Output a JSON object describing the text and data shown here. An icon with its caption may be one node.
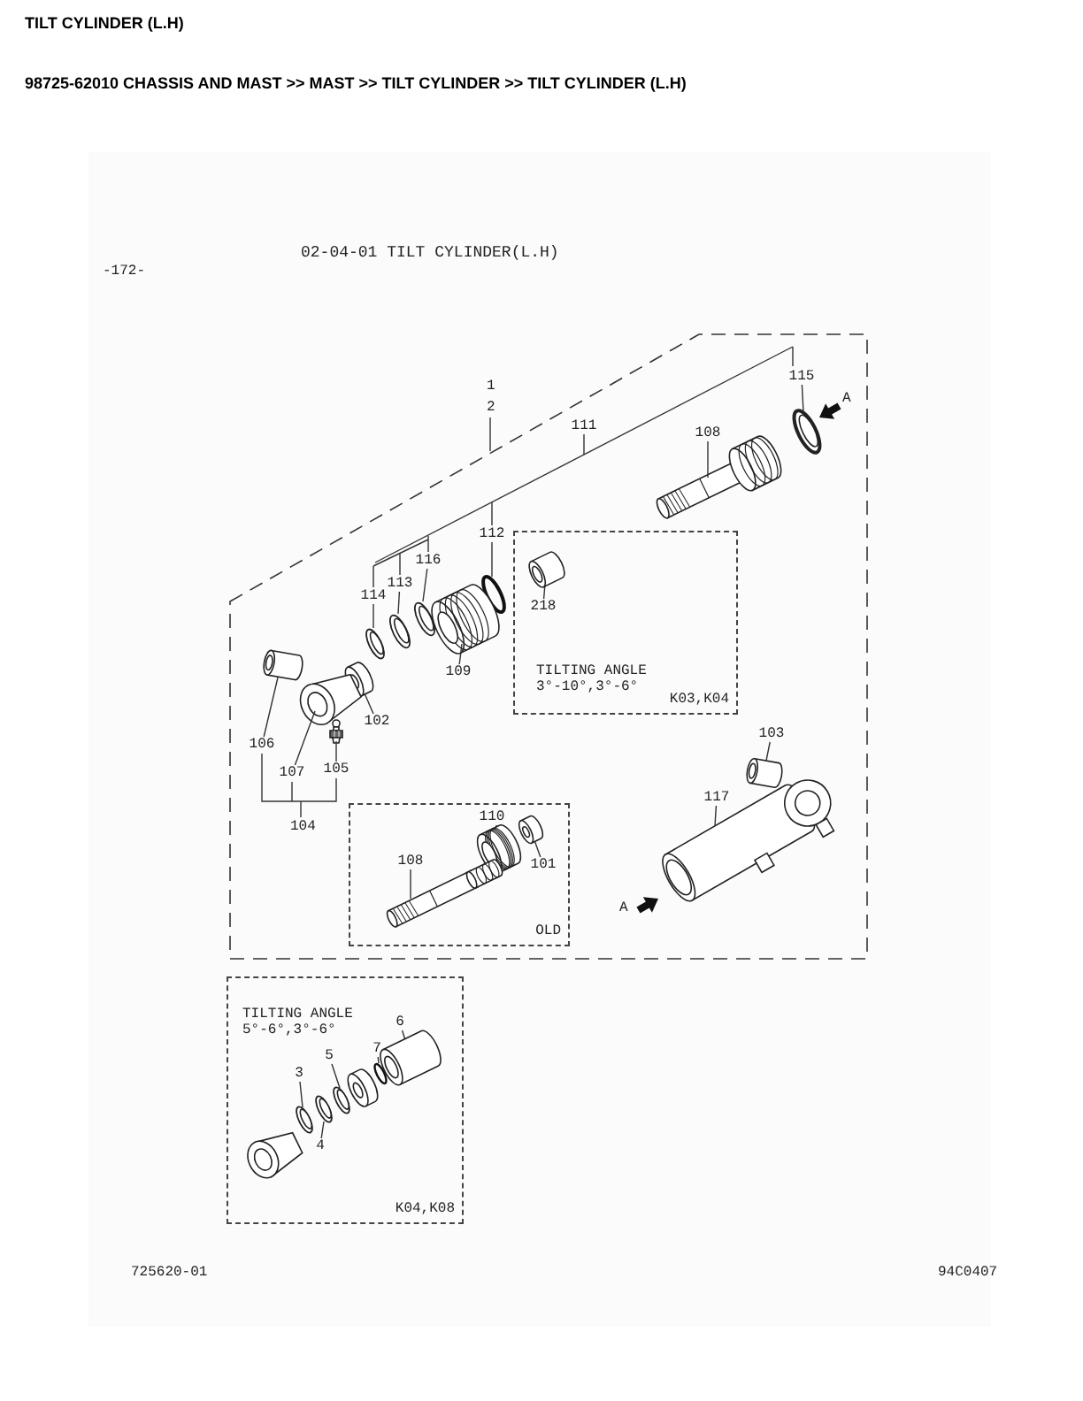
{
  "diagram": {
    "title": "TILT CYLINDER (L.H)",
    "nodes": [
      {
        "text": [
          "115"
        ]
      },
      {
        "text": [],
        "shape": "picture"
      },
      {
        "text": [
          "111"
        ]
      },
      {
        "text": [
          "108"
        ]
      },
      {
        "text": [],
        "shape": "picture"
      },
      {
        "text": [
          "112"
        ]
      },
      {
        "text": [],
        "shape": "circle"
      },
      {
        "text": [
          "116"
        ]
      },
      {
        "text": [],
        "shape": "picture"
      },
      {
        "text": [
          "113"
        ]
      },
      {
        "text": [],
        "shape": "picture"
      },
      {
        "text": [
          "114"
        ]
      },
      {
        "text": [],
        "shape": "picture"
      },
      {
        "text": [
          "TILTING ANGLE 3°-10°,3°-6°",
          "K03,K04"
        ]
      },
      {
        "text": [
          "218"
        ],
        "in": 13
      },
      {
        "text": [],
        "shape": "picture",
        "in": 13
      },
      {
        "text": [
          "109"
        ]
      },
      {
        "text": [],
        "shape": "picture"
      },
      {
        "text": [
          "102"
        ]
      },
      {
        "text": [],
        "shape": "picture"
      },
      {
        "text": [
          "106"
        ]
      },
      {
        "text": [],
        "shape": "picture"
      },
      {
        "text": [
          "103"
        ]
      },
      {
        "text": [],
        "shape": "picture"
      },
      {
        "text": [
          "107"
        ]
      },
      {
        "text": [],
        "shape": "picture"
      },
      {
        "text": [
          "105"
        ]
      },
      {
        "text": [],
        "shape": "picture"
      },
      {
        "text": [
          "117"
        ]
      },
      {
        "text": [],
        "shape": "picture"
      },
      {
        "text": [
          "OLD"
        ]
      },
      {
        "text": [
          "110"
        ],
        "in": 30
      },
      {
        "text": [],
        "shape": "picture",
        "in": 30
      },
      {
        "text": [
          "101"
        ],
        "in": 30
      },
      {
        "text": [],
        "shape": "picture",
        "in": 30
      },
      {
        "text": [
          "108"
        ],
        "in": 30
      },
      {
        "text": [],
        "shape": "picture",
        "in": 30
      },
      {
        "text": [
          "TILTING ANGLE 5°-6°,3°-6°",
          "K04,K08"
        ]
      },
      {
        "text": [
          "6"
        ],
        "in": 37
      },
      {
        "text": [],
        "shape": "picture",
        "in": 37
      },
      {
        "text": [
          "3"
        ],
        "in": 37
      },
      {
        "text": [],
        "shape": "picture",
        "in": 37
      },
      {
        "text": [
          "5"
        ],
        "in": 37
      },
      {
        "text": [],
        "shape": "picture",
        "in": 37
      },
      {
        "text": [
          "7"
        ],
        "in": 37
      },
      {
        "text": [],
        "shape": "circle",
        "in": 37
      },
      {
        "text": [
          "4"
        ],
        "in": 37
      },
      {
        "text": [],
        "shape": "picture",
        "in": 37
      }
    ],
    "edges": [
      {
        "from": 0,
        "to": 1,
        "arrow": "none"
      },
      {
        "from": 2,
        "to": null,
        "arrow": "none"
      },
      {
        "from": 3,
        "to": 4,
        "arrow": "none"
      },
      {
        "from": 5,
        "to": 6,
        "arrow": "none"
      },
      {
        "from": 7,
        "to": 8,
        "arrow": "none"
      },
      {
        "from": 9,
        "to": 10,
        "arrow": "none"
      },
      {
        "from": 11,
        "to": 12,
        "arrow": "none"
      },
      {
        "from": 14,
        "to": 15,
        "arrow": "none"
      },
      {
        "from": 16,
        "to": 17,
        "arrow": "none"
      },
      {
        "from": 18,
        "to": 19,
        "arrow": "none"
      },
      {
        "from": 20,
        "to": 21,
        "arrow": "none"
      },
      {
        "from": 22,
        "to": 23,
        "arrow": "none"
      },
      {
        "from": 24,
        "to": 25,
        "arrow": "none"
      },
      {
        "from": 26,
        "to": 27,
        "arrow": "none"
      },
      {
        "from": 28,
        "to": 29,
        "arrow": "none"
      },
      {
        "from": 31,
        "to": 32,
        "arrow": "none"
      },
      {
        "from": 33,
        "to": 34,
        "arrow": "none"
      },
      {
        "from": 35,
        "to": 36,
        "arrow": "none"
      },
      {
        "from": 38,
        "to": 39,
        "arrow": "none"
      },
      {
        "from": 40,
        "to": 41,
        "arrow": "none"
      },
      {
        "from": 42,
        "to": 43,
        "arrow": "none"
      },
      {
        "from": 44,
        "to": 45,
        "arrow": "none"
      },
      {
        "from": 46,
        "to": 47,
        "arrow": "none"
      }
    ],
    "labels": [
      "98725-62010 CHASSIS AND MAST >> MAST >> TILT CYLINDER >> TILT CYLINDER (L.H)",
      "-172-",
      "02-04-01 TILT CYLINDER(L.H)",
      "1",
      "2",
      "A",
      "104",
      "A",
      "725620-01",
      "94C0407"
    ]
  }
}
